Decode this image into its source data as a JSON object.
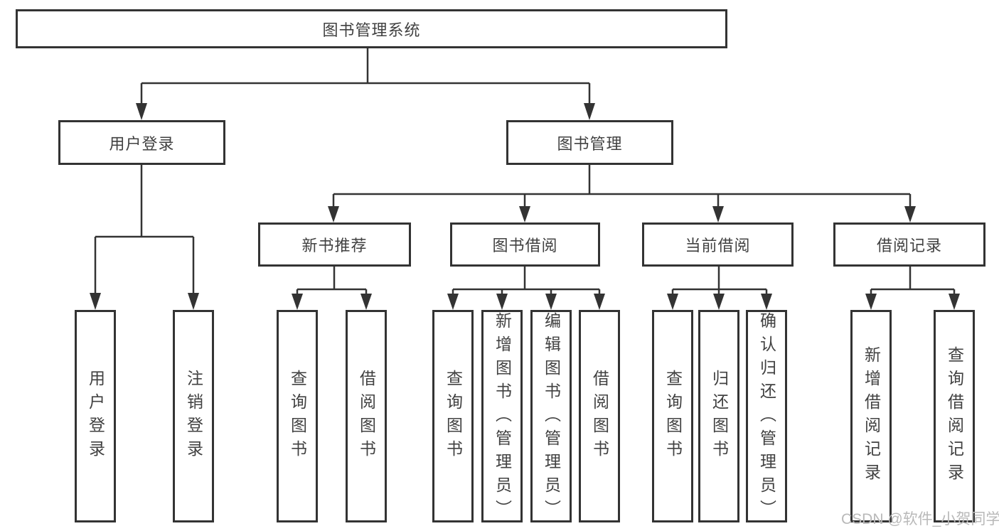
{
  "diagram": {
    "root": {
      "label": "图书管理系统"
    },
    "level2": [
      {
        "label": "用户登录"
      },
      {
        "label": "图书管理"
      }
    ],
    "level3": [
      {
        "label": "新书推荐"
      },
      {
        "label": "图书借阅"
      },
      {
        "label": "当前借阅"
      },
      {
        "label": "借阅记录"
      }
    ],
    "leaves": [
      {
        "label": "用户登录",
        "parent": "用户登录"
      },
      {
        "label": "注销登录",
        "parent": "用户登录"
      },
      {
        "label": "查询图书",
        "parent": "新书推荐"
      },
      {
        "label": "借阅图书",
        "parent": "新书推荐"
      },
      {
        "label": "查询图书",
        "parent": "图书借阅"
      },
      {
        "label": "新增图书（管理员）",
        "parent": "图书借阅"
      },
      {
        "label": "编辑图书（管理员）",
        "parent": "图书借阅"
      },
      {
        "label": "借阅图书",
        "parent": "图书借阅"
      },
      {
        "label": "查询图书",
        "parent": "当前借阅"
      },
      {
        "label": "归还图书",
        "parent": "当前借阅"
      },
      {
        "label": "确认归还（管理员）",
        "parent": "当前借阅"
      },
      {
        "label": "新增借阅记录",
        "parent": "借阅记录"
      },
      {
        "label": "查询借阅记录",
        "parent": "借阅记录"
      }
    ]
  },
  "watermark": {
    "text": "CSDN @软件_小贺同学"
  },
  "colors": {
    "line": "#333333",
    "text": "#414141",
    "background": "#ffffff",
    "watermark": "#b9b9b9"
  }
}
